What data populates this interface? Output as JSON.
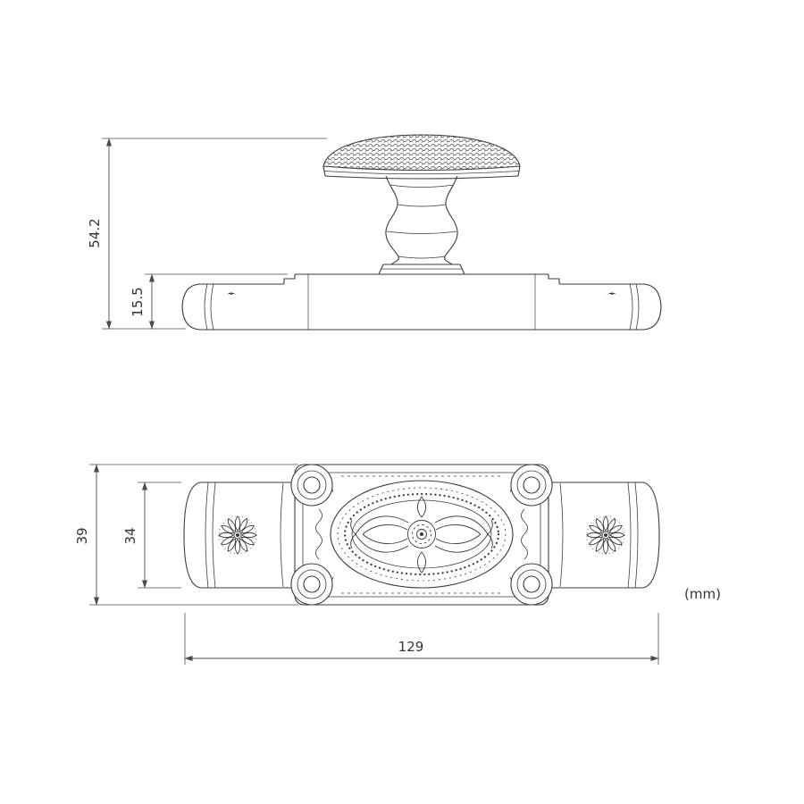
{
  "drawing": {
    "units_label": "(mm)",
    "dimensions": {
      "knob_total_height": "54.2",
      "base_height": "15.5",
      "plate_outer_height": "39",
      "plate_inner_height": "34",
      "overall_length": "129"
    },
    "colors": {
      "line": "#3b3b3b",
      "dimension_line": "#4a4a4a",
      "background": "#ffffff"
    }
  }
}
